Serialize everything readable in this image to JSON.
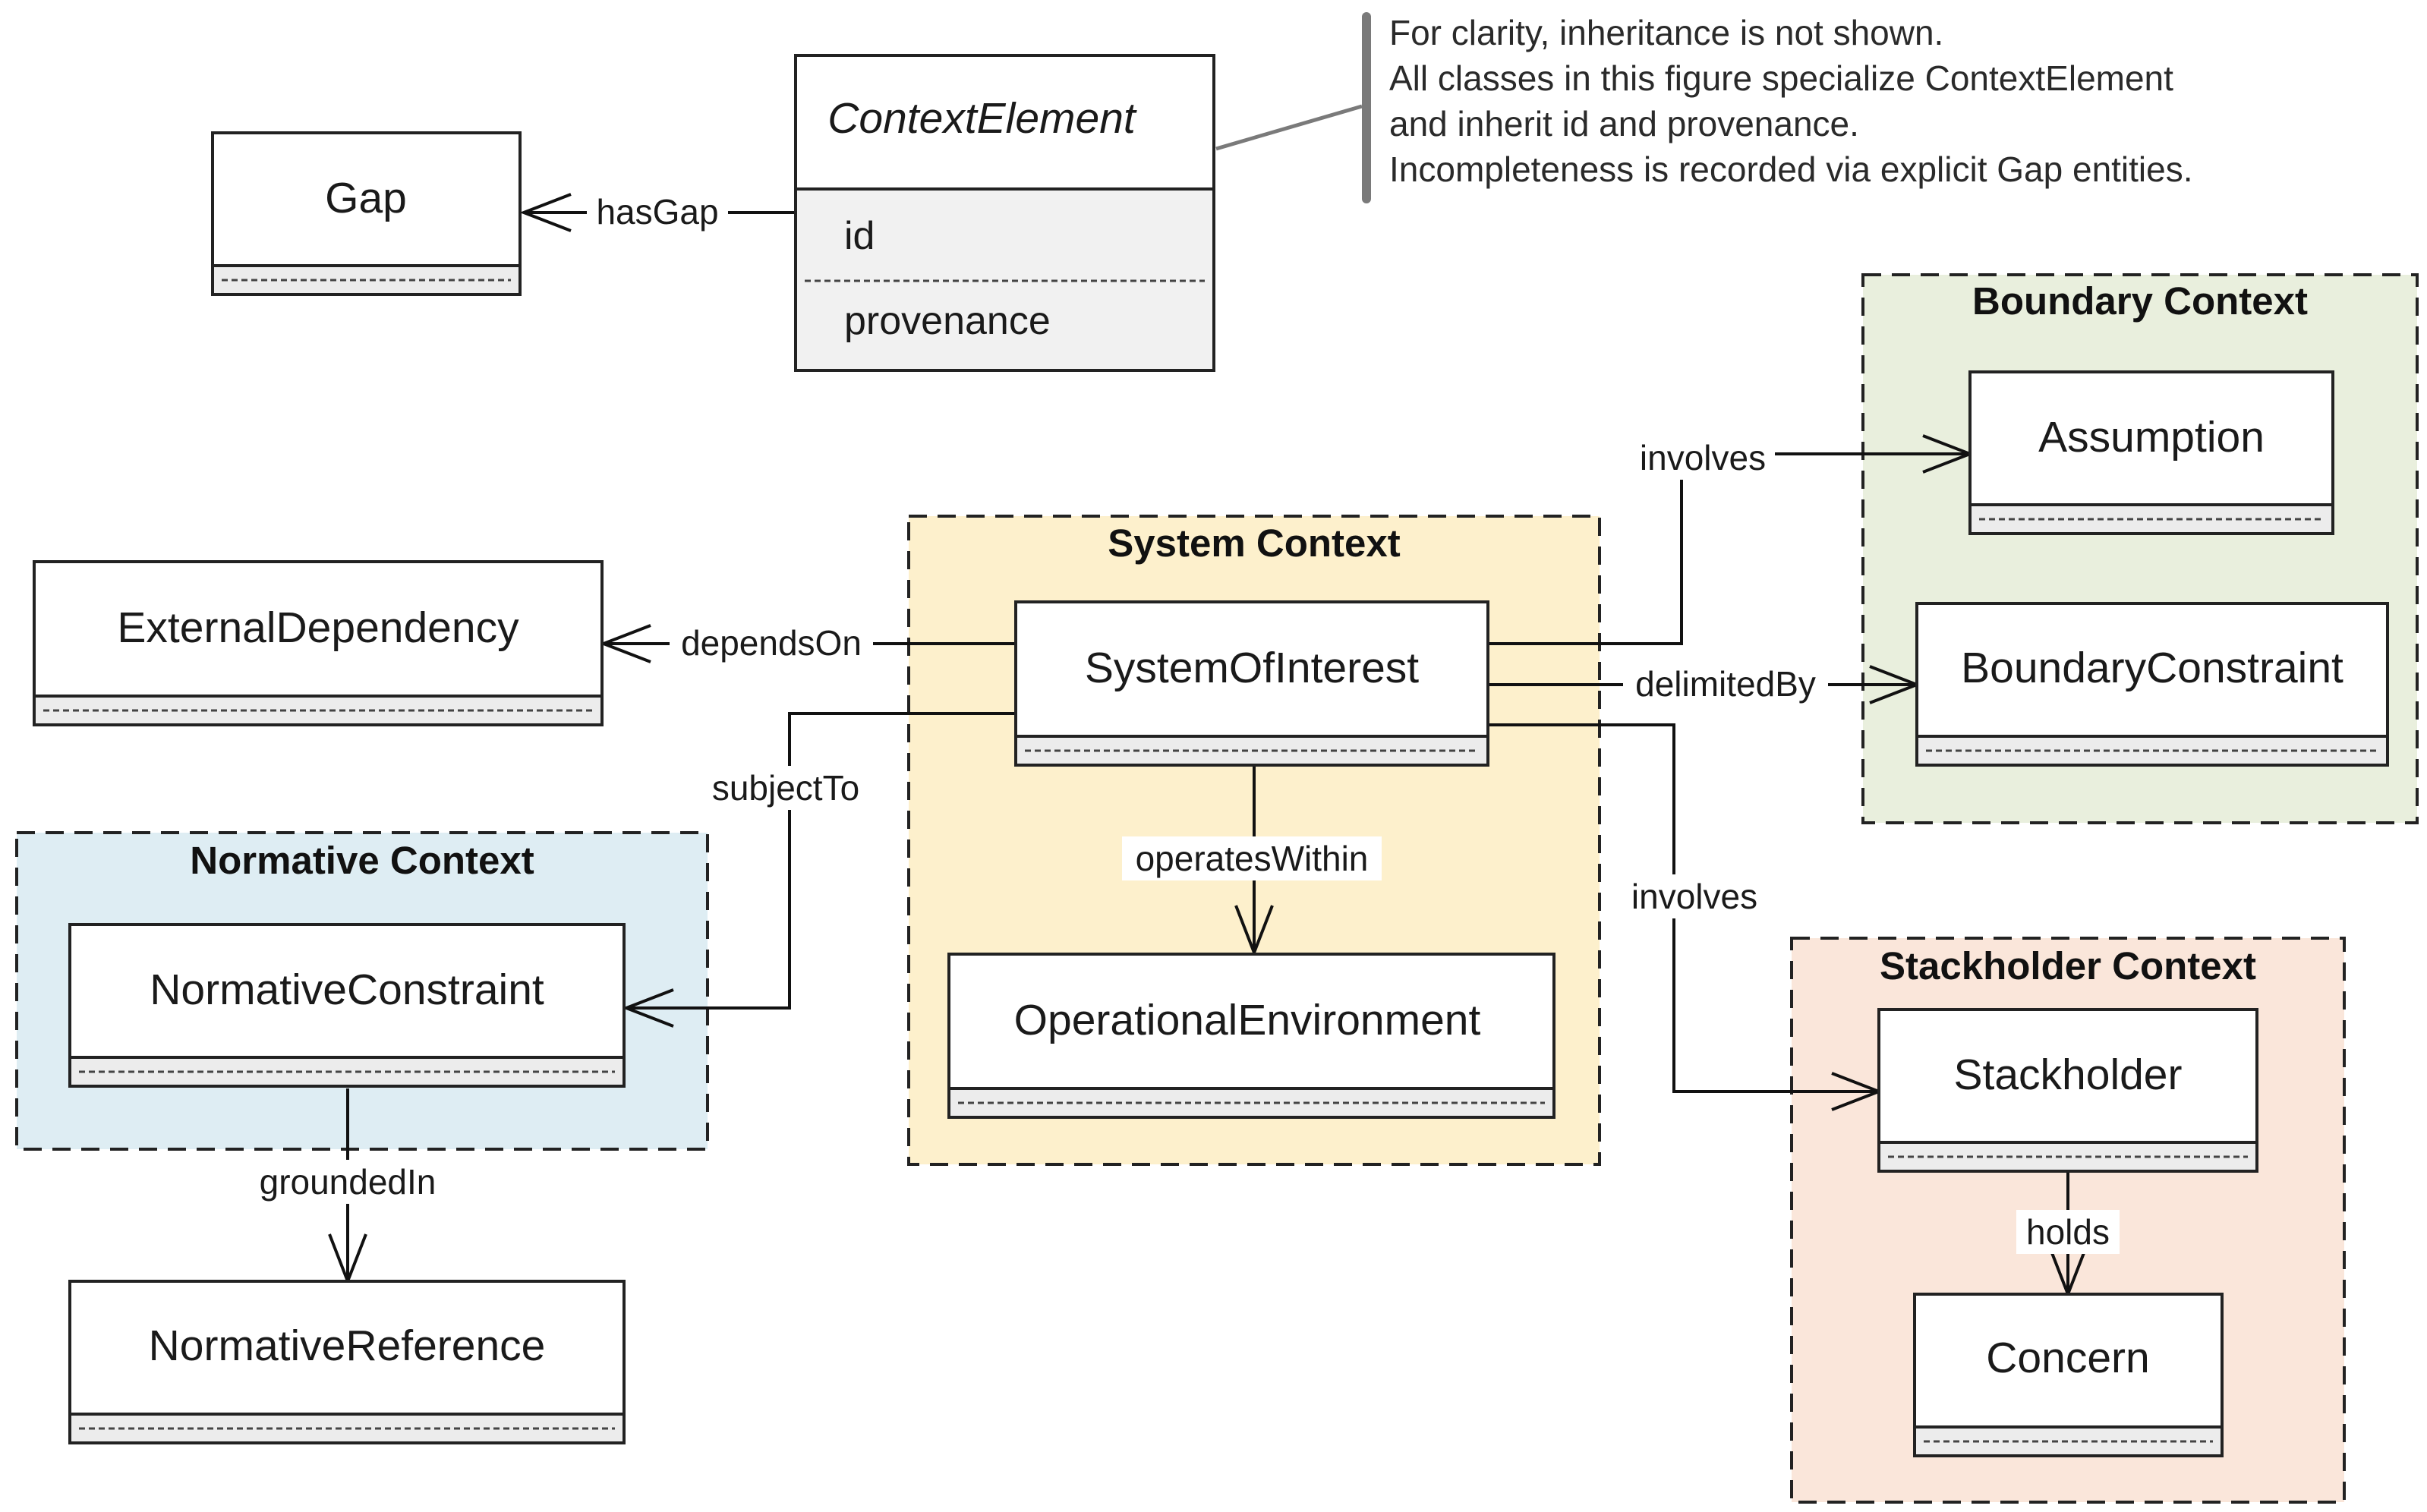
{
  "note": {
    "lines": [
      "For clarity, inheritance is not shown.",
      "All classes in this figure specialize ContextElement",
      "and inherit id and provenance.",
      "Incompleteness is recorded via explicit Gap entities."
    ]
  },
  "packages": {
    "system": {
      "title": "System Context",
      "fill": "#fdf0cc"
    },
    "boundary": {
      "title": "Boundary Context",
      "fill": "#e9efdd"
    },
    "normative": {
      "title": "Normative Context",
      "fill": "#deedf3"
    },
    "stakeholder": {
      "title": "Stackholder Context",
      "fill": "#fae6da"
    }
  },
  "classes": {
    "gap": {
      "name": "Gap"
    },
    "context_element": {
      "name": "ContextElement",
      "attributes": [
        "id",
        "provenance"
      ]
    },
    "external_dependency": {
      "name": "ExternalDependency"
    },
    "system_of_interest": {
      "name": "SystemOfInterest"
    },
    "operational_environment": {
      "name": "OperationalEnvironment"
    },
    "assumption": {
      "name": "Assumption"
    },
    "boundary_constraint": {
      "name": "BoundaryConstraint"
    },
    "normative_constraint": {
      "name": "NormativeConstraint"
    },
    "normative_reference": {
      "name": "NormativeReference"
    },
    "stakeholder": {
      "name": "Stackholder"
    },
    "concern": {
      "name": "Concern"
    }
  },
  "relations": {
    "has_gap": "hasGap",
    "depends_on": "dependsOn",
    "subject_to": "subjectTo",
    "operates_within": "operatesWithin",
    "involves_assumption": "involves",
    "delimited_by": "delimitedBy",
    "involves_stakeholder": "involves",
    "grounded_in": "groundedIn",
    "holds": "holds"
  }
}
